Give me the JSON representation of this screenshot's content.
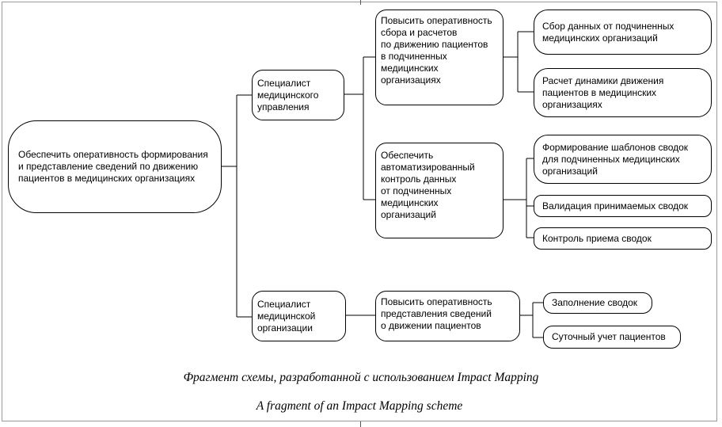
{
  "diagram": {
    "goal": "Обеспечить оперативность формирования\nи представление сведений по движению\nпациентов в медицинских организациях",
    "actors": {
      "management": "Специалист\nмедицинского\nуправления",
      "organization": "Специалист\nмедицинской\nорганизации"
    },
    "impacts": {
      "collection": "Повысить оперативность\nсбора  и расчетов\nпо движению пациентов\nв подчиненных\nмедицинских\nорганизациях",
      "control": "Обеспечить\nавтоматизированный\nконтроль данных\nот подчиненных\nмедицинских\nорганизаций",
      "presentation": "Повысить оперативность\nпредставления сведений\nо движении пациентов"
    },
    "deliverables": {
      "data_collection": "Сбор данных от подчиненных\nмедицинских организаций",
      "dynamics_calc": "Расчет динамики движения\nпациентов в медицинских\nорганизациях",
      "templates": "Формирование шаблонов сводок\nдля подчиненных медицинских\nорганизаций",
      "validation": "Валидация принимаемых сводок",
      "receipt_control": "Контроль приема сводок",
      "filling": "Заполнение сводок",
      "daily_tracking": "Суточный учет пациентов"
    }
  },
  "captions": {
    "ru": "Фрагмент схемы, разработанной с использованием Impact Mapping",
    "en": "A fragment of an Impact Mapping scheme"
  },
  "colors": {
    "line": "#000000",
    "frame": "#9a9a9a"
  }
}
